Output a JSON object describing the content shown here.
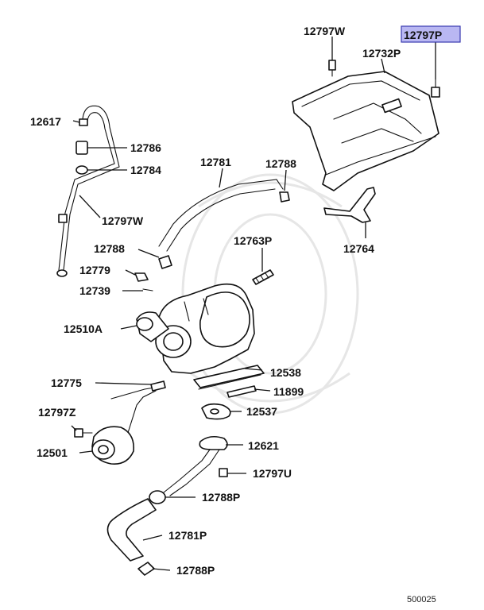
{
  "diagram": {
    "highlight_color": "#b9b7f2",
    "labels": {
      "p12797w_top": "12797W",
      "p12797p": "12797P",
      "p12732p": "12732P",
      "p12617": "12617",
      "p12786": "12786",
      "p12784": "12784",
      "p12781": "12781",
      "p12788_top": "12788",
      "p12797w_mid": "12797W",
      "p12764": "12764",
      "p12788_mid": "12788",
      "p12763p": "12763P",
      "p12779": "12779",
      "p12739": "12739",
      "p12510a": "12510A",
      "p12538": "12538",
      "p12775": "12775",
      "p11899": "11899",
      "p12797z": "12797Z",
      "p12537": "12537",
      "p12621": "12621",
      "p12501": "12501",
      "p12797u": "12797U",
      "p12788p_a": "12788P",
      "p12781p": "12781P",
      "p12788p_b": "12788P"
    },
    "figure_code": "500025"
  }
}
